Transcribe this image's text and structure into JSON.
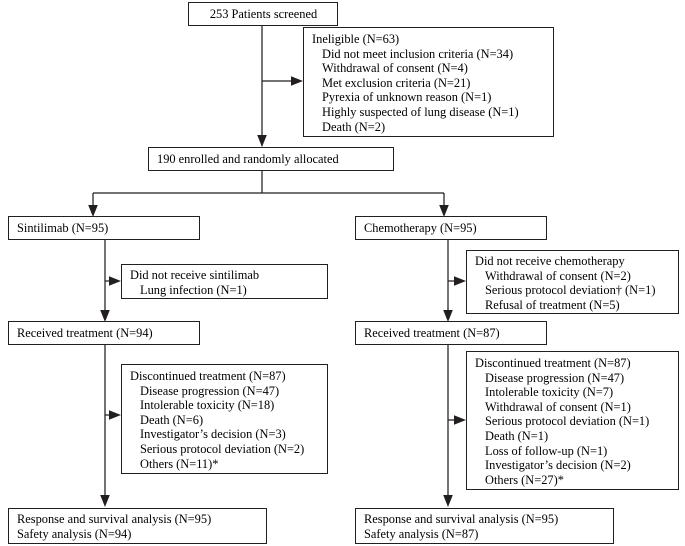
{
  "diagram": {
    "type": "consort-flow-diagram",
    "title": "Patient enrollment and allocation flow",
    "colors": {
      "line": "#231f20",
      "box_border": "#231f20",
      "background": "#ffffff",
      "text": "#000000"
    },
    "nodes": {
      "screened": {
        "lines": [
          "253 Patients screened"
        ]
      },
      "ineligible": {
        "lines": [
          "Ineligible (N=63)",
          "Did not meet inclusion criteria (N=34)",
          "Withdrawal of consent (N=4)",
          "Met exclusion criteria (N=21)",
          "Pyrexia of unknown reason (N=1)",
          "Highly suspected of lung disease (N=1)",
          "Death (N=2)"
        ]
      },
      "enrolled": {
        "lines": [
          "190 enrolled and randomly allocated"
        ]
      },
      "arm_left": {
        "lines": [
          "Sintilimab (N=95)"
        ]
      },
      "arm_right": {
        "lines": [
          "Chemotherapy (N=95)"
        ]
      },
      "not_received_left": {
        "lines": [
          "Did not receive sintilimab",
          "Lung infection (N=1)"
        ]
      },
      "not_received_right": {
        "lines": [
          "Did not receive chemotherapy",
          "Withdrawal of consent (N=2)",
          "Serious protocol deviation† (N=1)",
          "Refusal of treatment (N=5)"
        ]
      },
      "received_left": {
        "lines": [
          "Received treatment (N=94)"
        ]
      },
      "received_right": {
        "lines": [
          "Received treatment (N=87)"
        ]
      },
      "discontinued_left": {
        "lines": [
          "Discontinued treatment (N=87)",
          "Disease progression (N=47)",
          "Intolerable toxicity (N=18)",
          "Death (N=6)",
          "Investigator’s decision (N=3)",
          "Serious protocol deviation (N=2)",
          "Others (N=11)*"
        ]
      },
      "discontinued_right": {
        "lines": [
          "Discontinued treatment (N=87)",
          "Disease progression (N=47)",
          "Intolerable toxicity (N=7)",
          "Withdrawal of consent (N=1)",
          "Serious protocol deviation (N=1)",
          "Death (N=1)",
          "Loss of follow-up (N=1)",
          "Investigator’s decision (N=2)",
          "Others (N=27)*"
        ]
      },
      "analysis_left": {
        "lines": [
          "Response and survival analysis (N=95)",
          "Safety analysis (N=94)"
        ]
      },
      "analysis_right": {
        "lines": [
          "Response and survival analysis (N=95)",
          "Safety analysis (N=87)"
        ]
      }
    }
  }
}
